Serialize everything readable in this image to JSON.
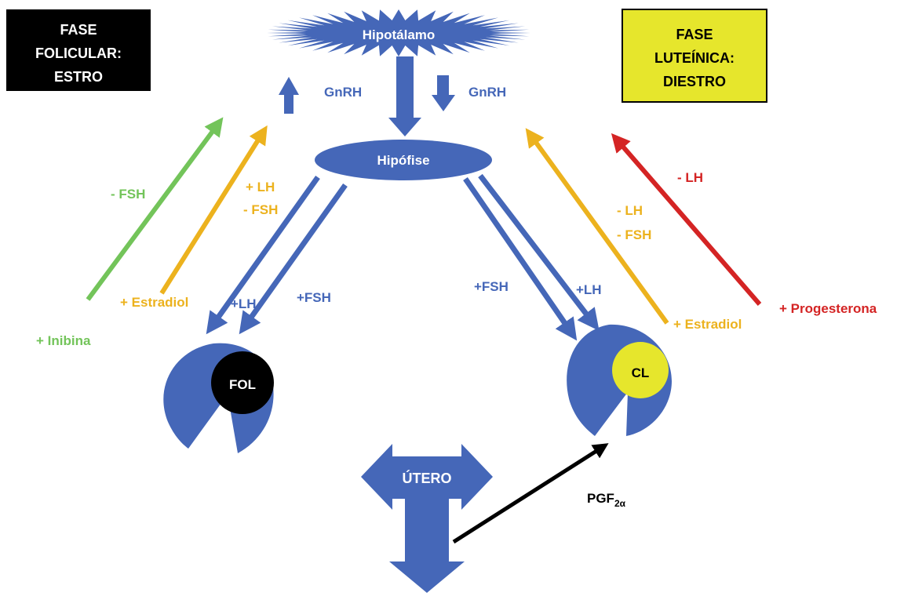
{
  "colors": {
    "blue": "#4567b8",
    "green": "#73c45a",
    "orange": "#ecb21e",
    "red": "#d42424",
    "yellow": "#e6e62c",
    "black": "#000000",
    "white": "#ffffff"
  },
  "boxes": {
    "follicular": {
      "line1": "FASE",
      "line2": "FOLICULAR:",
      "line3": "ESTRO"
    },
    "luteal": {
      "line1": "FASE",
      "line2": "LUTEÍNICA:",
      "line3": "DIESTRO"
    }
  },
  "nodes": {
    "hypothalamus": "Hipotálamo",
    "pituitary": "Hipófise",
    "uterus": "ÚTERO",
    "follicle": "FOL",
    "corpus_luteum": "CL"
  },
  "labels": {
    "gnrh_left": "GnRH",
    "gnrh_right": "GnRH",
    "minus_fsh_green": "- FSH",
    "plus_lh_left": "+ LH",
    "minus_fsh_orange": "- FSH",
    "plus_estradiol_left": "+ Estradiol",
    "plus_inhibin": "+ Inibina",
    "plus_lh_blue_left": "+LH",
    "plus_fsh_blue_left": "+FSH",
    "plus_fsh_blue_right": "+FSH",
    "plus_lh_blue_right": "+LH",
    "minus_lh_red": "- LH",
    "minus_lh_orange": "- LH",
    "minus_fsh_orange_right": "- FSH",
    "plus_estradiol_right": "+ Estradiol",
    "plus_progesterone": "+ Progesterona",
    "pgf_main": "PGF",
    "pgf_sub": "2α"
  }
}
